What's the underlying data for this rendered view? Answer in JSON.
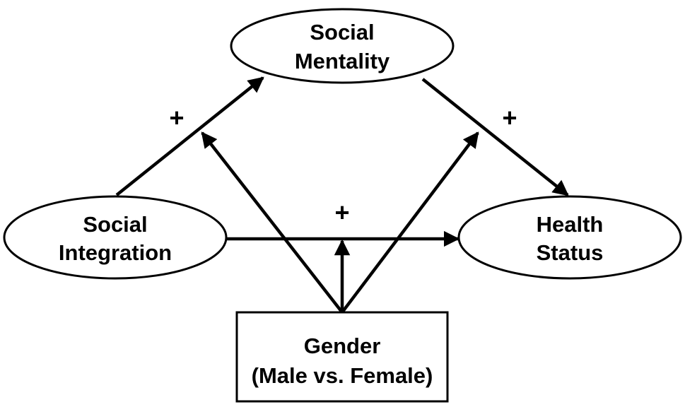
{
  "nodes": {
    "social_mentality": {
      "line1": "Social",
      "line2": "Mentality"
    },
    "social_integration": {
      "line1": "Social",
      "line2": "Integration"
    },
    "health_status": {
      "line1": "Health",
      "line2": "Status"
    },
    "gender": {
      "line1": "Gender",
      "line2": "(Male vs. Female)"
    }
  },
  "edges": {
    "integration_to_mentality": {
      "sign": "+"
    },
    "mentality_to_health": {
      "sign": "+"
    },
    "integration_to_health": {
      "sign": "+"
    }
  },
  "colors": {
    "stroke": "#000000",
    "background": "#ffffff"
  }
}
